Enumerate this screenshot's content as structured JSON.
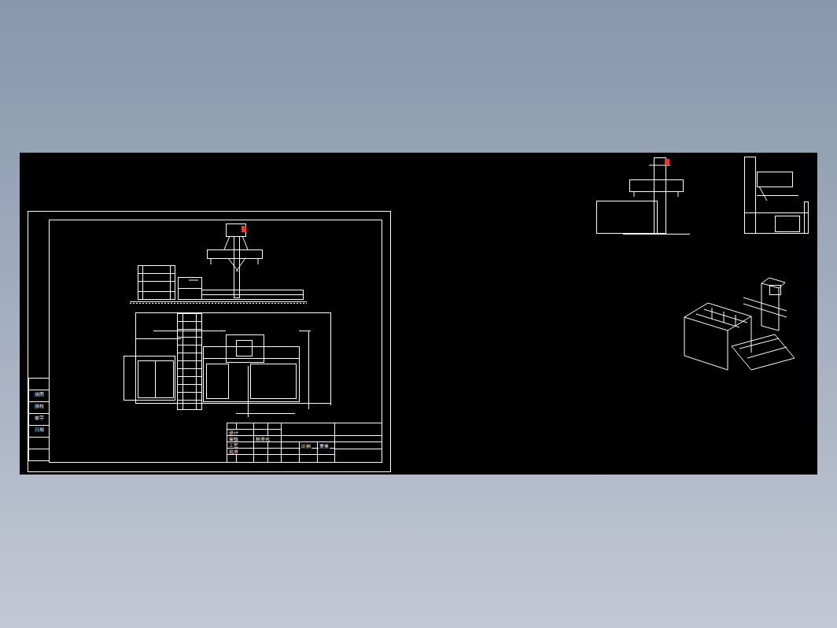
{
  "diagram": {
    "labels": [
      "设计",
      "审核",
      "工艺",
      "批准",
      "标准化",
      "比例",
      "重量",
      "描图",
      "描校",
      "签字",
      "日期"
    ]
  }
}
